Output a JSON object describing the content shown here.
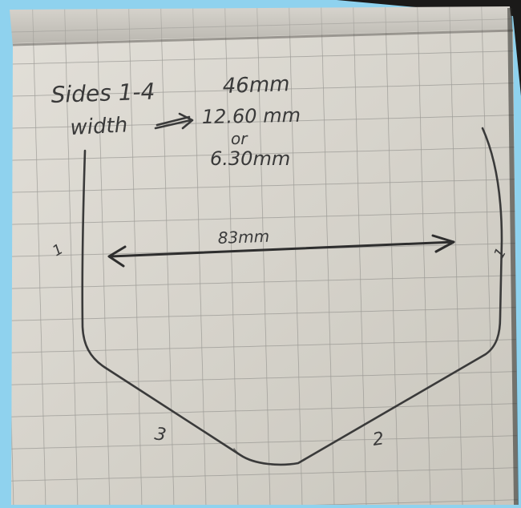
{
  "photo": {
    "colors": {
      "frame": "#8fd2ee",
      "paper": "#d9d6cf",
      "grid": "#8f8d8a",
      "pencil": "#3a3a3a",
      "shadow": "#1b1a19"
    }
  },
  "notes": {
    "sides_label": "Sides 1-4",
    "sides_value": "46mm",
    "width_label": "width",
    "width_value_1": "12.60 mm",
    "width_or": "or",
    "width_value_2": "6.30mm",
    "dimension_label": "83mm",
    "side_num_1": "1",
    "side_num_2": "2",
    "side_num_3": "3",
    "side_num_4": "1"
  }
}
